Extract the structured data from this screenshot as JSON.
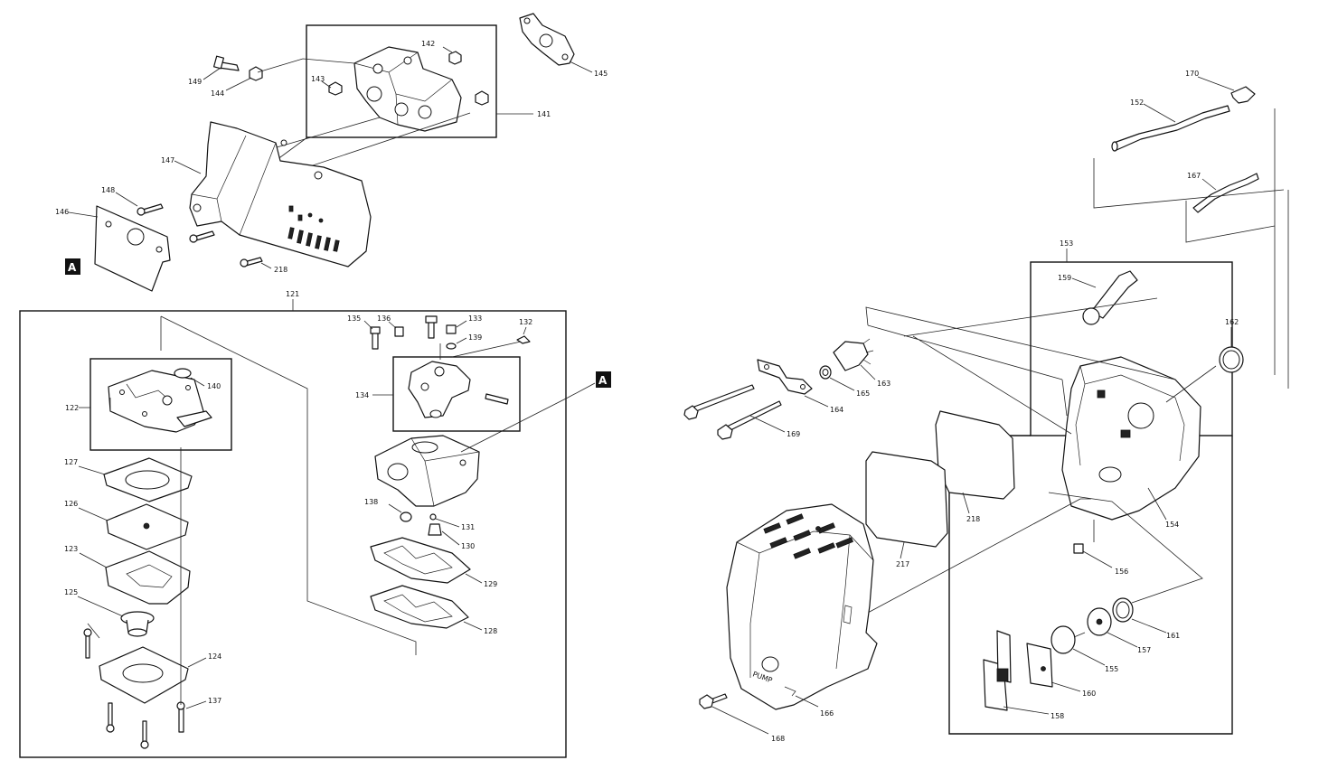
{
  "diagram": {
    "reference_marker": "A",
    "part_numbers": {
      "p141": "141",
      "p142": "142",
      "p143": "143",
      "p144": "144",
      "p145": "145",
      "p146": "146",
      "p147": "147",
      "p148": "148",
      "p149": "149",
      "p218a": "218",
      "p121": "121",
      "p122": "122",
      "p123": "123",
      "p124": "124",
      "p125": "125",
      "p126": "126",
      "p127": "127",
      "p128": "128",
      "p129": "129",
      "p130": "130",
      "p131": "131",
      "p132": "132",
      "p133": "133",
      "p134": "134",
      "p135": "135",
      "p136": "136",
      "p137": "137",
      "p138": "138",
      "p139": "139",
      "p140": "140",
      "p152": "152",
      "p153": "153",
      "p154": "154",
      "p155": "155",
      "p156": "156",
      "p157": "157",
      "p158": "158",
      "p159": "159",
      "p160": "160",
      "p161": "161",
      "p162": "162",
      "p163": "163",
      "p164": "164",
      "p165": "165",
      "p166": "166",
      "p167": "167",
      "p168": "168",
      "p169": "169",
      "p170": "170",
      "p217": "217",
      "p218b": "218"
    },
    "cover_text": "PUMP"
  }
}
